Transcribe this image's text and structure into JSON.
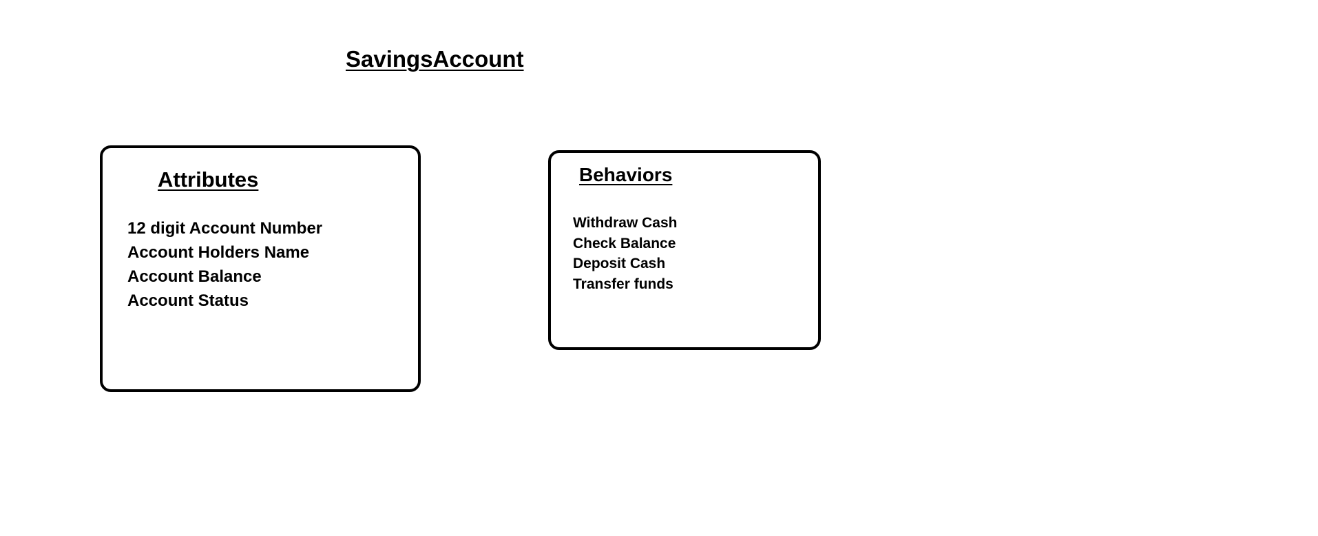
{
  "title": "SavingsAccount",
  "attributes": {
    "heading": "Attributes",
    "items": [
      "12 digit Account Number",
      "Account Holders Name",
      "Account Balance",
      "Account Status"
    ]
  },
  "behaviors": {
    "heading": "Behaviors",
    "items": [
      "Withdraw Cash",
      "Check Balance",
      "Deposit Cash",
      "Transfer funds"
    ]
  }
}
